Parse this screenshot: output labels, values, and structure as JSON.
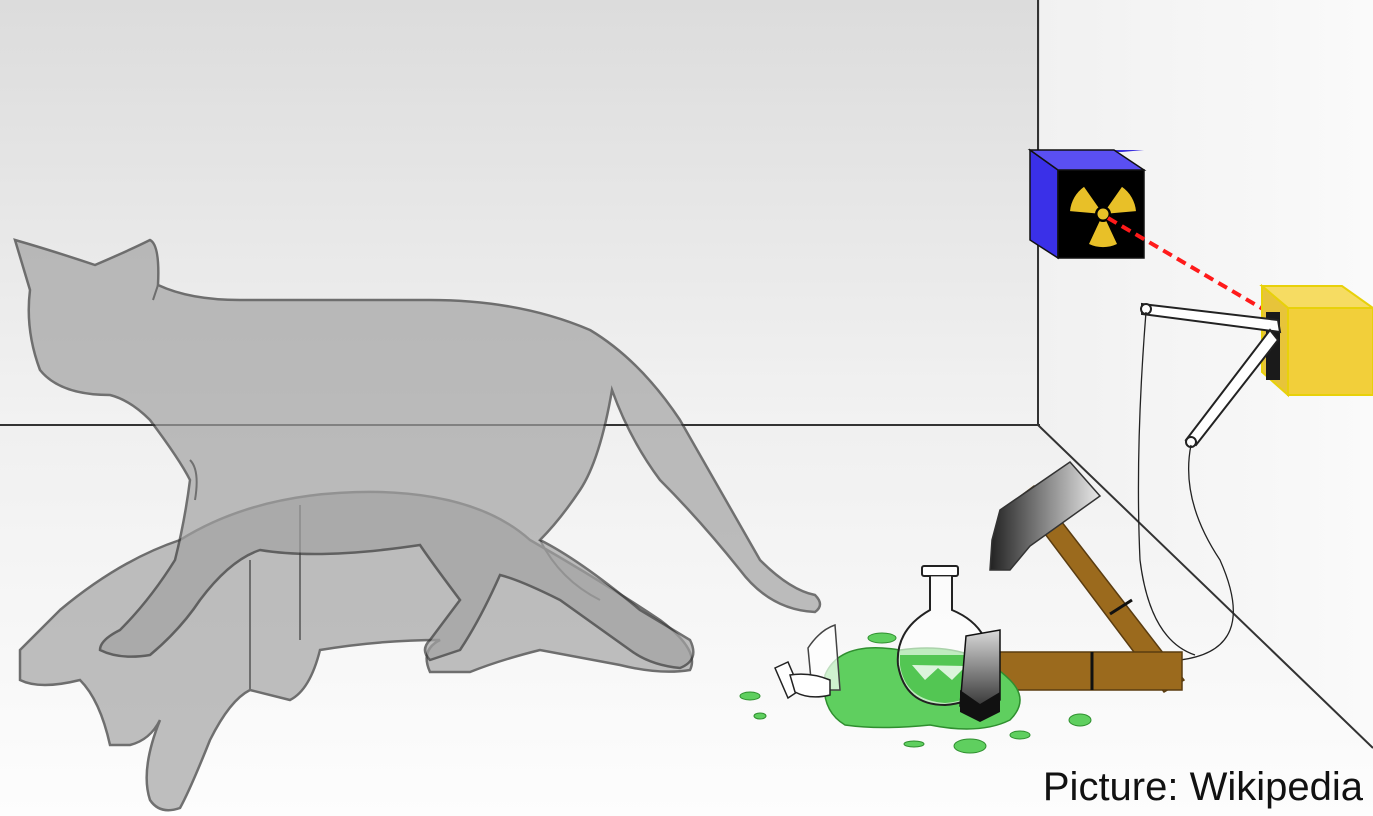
{
  "credit": {
    "text": "Picture: Wikipedia"
  },
  "colors": {
    "wall": "#e9e9e9",
    "side_wall": "#f3f3f3",
    "floor": "#f6f6f6",
    "cat": "#9a9a9a",
    "radiation_box": "#4b3ff0",
    "detector_box": "#f2cf3a",
    "poison": "#5fcf5f",
    "hammer_handle": "#9b6a1d",
    "laser": "#ff1a1a"
  },
  "elements": {
    "cat_alive": "cat-standing",
    "cat_dead": "cat-lying",
    "radioactive_source": "radiation-icon",
    "detector": "geiger-counter",
    "hammer": "hammer",
    "flask": "poison-flask"
  }
}
